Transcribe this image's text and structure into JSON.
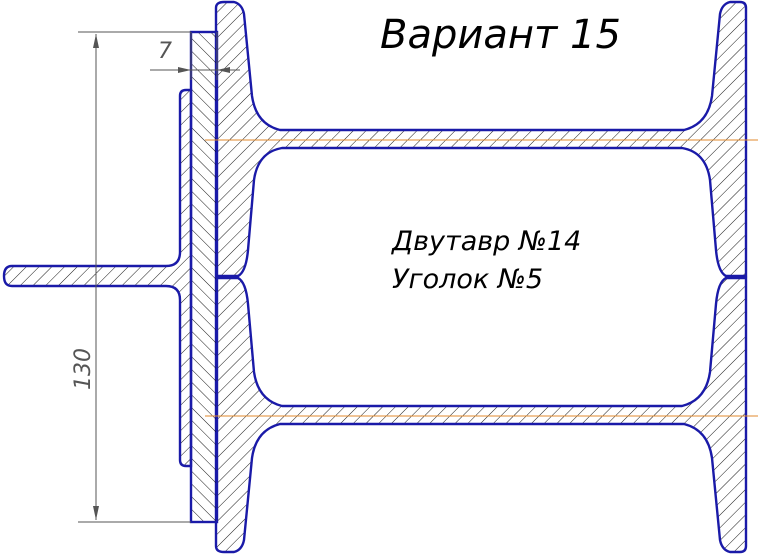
{
  "title": "Вариант 15",
  "labels": {
    "beam": "Двутавр №14",
    "angle": "Уголок №5"
  },
  "dimensions": {
    "thickness": "7",
    "height": "130"
  },
  "colors": {
    "outline": "#1a1aa8",
    "hatch": "#000000",
    "centerline": "#e08a2c",
    "dimension": "#555555"
  }
}
